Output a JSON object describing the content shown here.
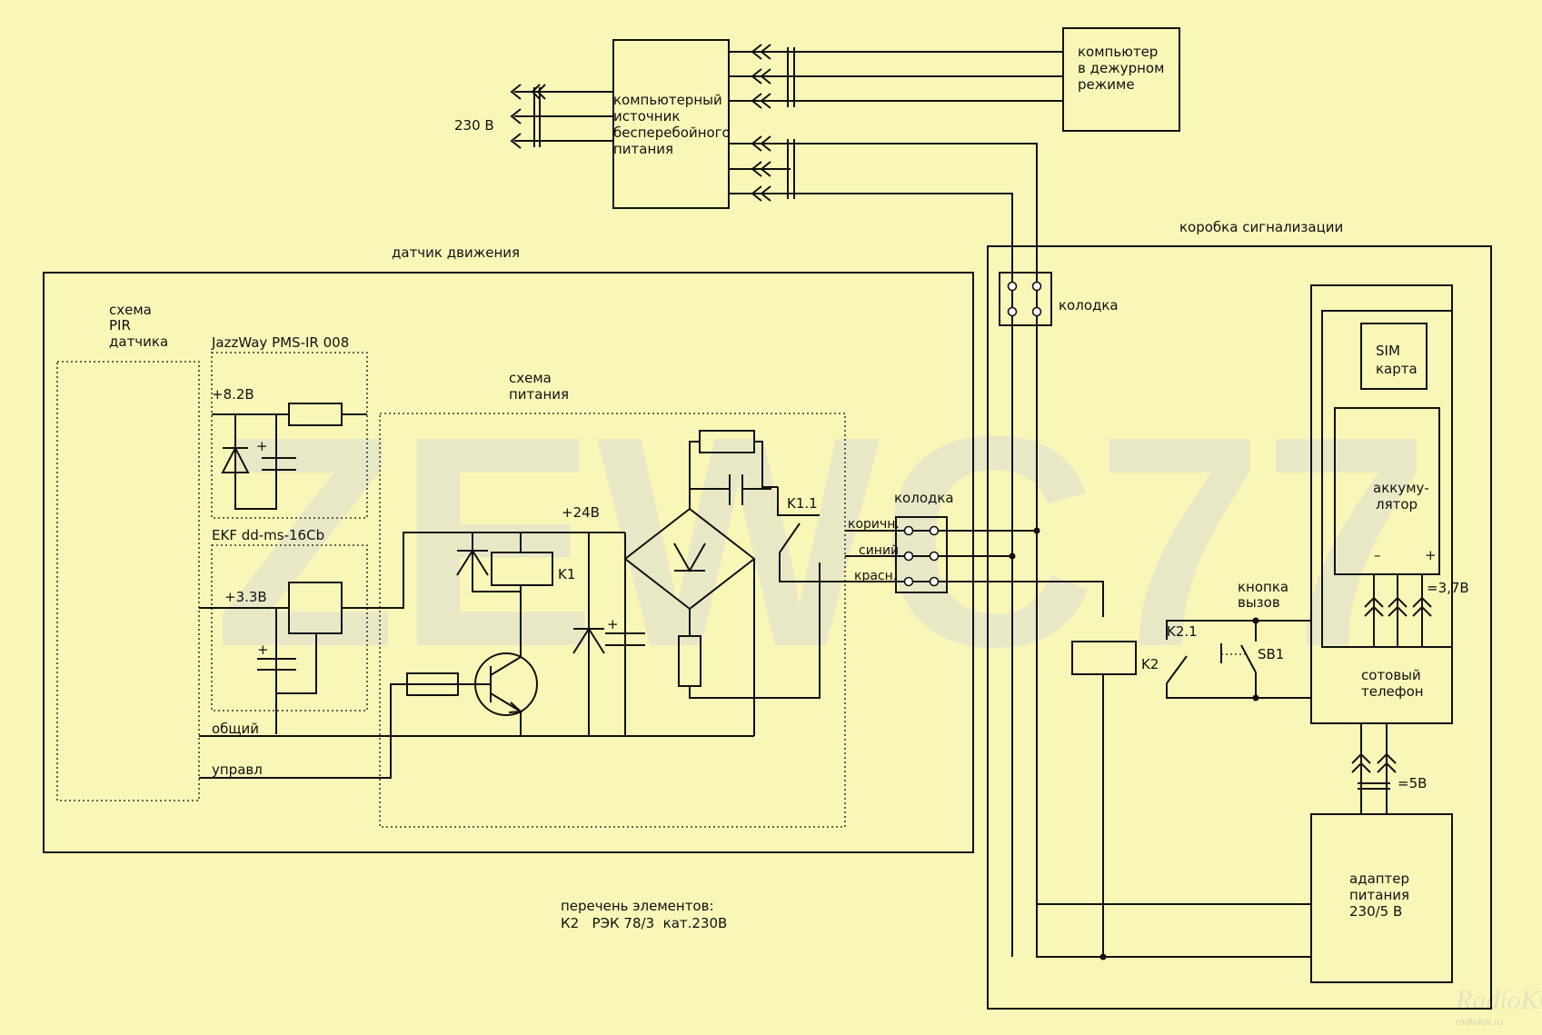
{
  "watermark": "ZEWC77",
  "site_logo": {
    "name": "RadioKOT",
    "url_text": "radiokot.ru"
  },
  "ups": {
    "lines": [
      "компьютерный",
      "источник",
      "бесперебойного",
      "питания"
    ]
  },
  "mains_label": "230 В",
  "computer": {
    "lines": [
      "компьютер",
      "в дежурном",
      "режиме"
    ]
  },
  "motion_sensor_title": "датчик движения",
  "pir": {
    "lines": [
      "схема",
      "PIR",
      "датчика"
    ]
  },
  "jazzway": {
    "title": "JazzWay PMS-IR 008",
    "voltage": "+8.2В"
  },
  "ekf": {
    "title": "EKF dd-ms-16Cb",
    "voltage": "+3.3В"
  },
  "power_scheme": {
    "lines": [
      "схема",
      "питания"
    ],
    "voltage": "+24В"
  },
  "relay_k1": "K1",
  "contact_k11": "K1.1",
  "sensor_wires": {
    "common": "общий",
    "control": "управл"
  },
  "terminal_block": {
    "title": "колодка",
    "wires": [
      "коричн.",
      "синий",
      "красн."
    ]
  },
  "alarm_box": {
    "title": "коробка сигнализации",
    "terminal": "колодка"
  },
  "relay_k2": "K2",
  "contact_k21": "K2.1",
  "call_button": {
    "lines": [
      "кнопка",
      "вызов"
    ],
    "ref": "SB1"
  },
  "sim": {
    "lines": [
      "SIM",
      "карта"
    ]
  },
  "battery": {
    "lines": [
      "аккуму-",
      "лятор"
    ],
    "minus": "–",
    "plus": "+",
    "voltage": "=3,7В"
  },
  "phone": {
    "lines": [
      "сотовый",
      "телефон"
    ]
  },
  "phone_supply": "=5В",
  "adapter": {
    "lines": [
      "адаптер",
      "питания",
      "230/5 В"
    ]
  },
  "parts_list": {
    "title": "перечень элементов:",
    "row": "К2   РЭК 78/3  кат.230В"
  }
}
